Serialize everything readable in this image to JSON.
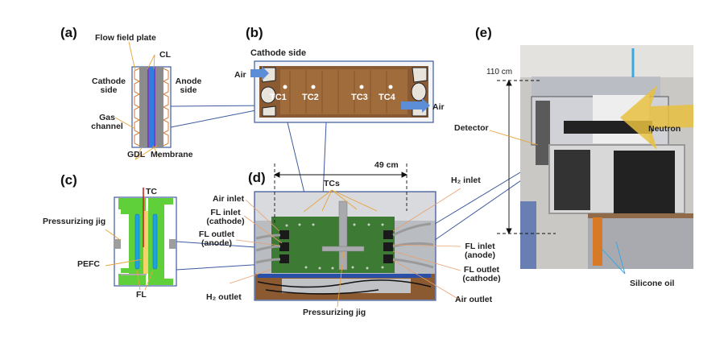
{
  "panels": {
    "a": {
      "label": "(a)",
      "flow_field_plate": "Flow field plate",
      "cl": "CL",
      "cathode_side": [
        "Cathode",
        "side"
      ],
      "anode_side": [
        "Anode",
        "side"
      ],
      "gas_channel": [
        "Gas",
        "channel"
      ],
      "gdl": "GDL",
      "membrane": "Membrane"
    },
    "b": {
      "label": "(b)",
      "title": "Cathode side",
      "air_in": "Air",
      "air_out": "Air",
      "thermocouples": [
        "TC1",
        "TC2",
        "TC3",
        "TC4"
      ]
    },
    "c": {
      "label": "(c)",
      "tc": "TC",
      "pressurizing_jig": "Pressurizing jig",
      "pefc": "PEFC",
      "fl": "FL"
    },
    "d": {
      "label": "(d)",
      "width_dim": "49 cm",
      "tcs": "TCs",
      "air_inlet": "Air inlet",
      "fl_inlet_cathode": [
        "FL inlet",
        "(cathode)"
      ],
      "fl_outlet_anode": [
        "FL outlet",
        "(anode)"
      ],
      "h2_outlet": "H₂ outlet",
      "h2_inlet": "H₂ inlet",
      "fl_inlet_anode": [
        "FL inlet",
        "(anode)"
      ],
      "fl_outlet_cathode": [
        "FL outlet",
        "(cathode)"
      ],
      "air_outlet": "Air outlet",
      "pressurizing_jig": "Pressurizing jig"
    },
    "e": {
      "label": "(e)",
      "height_dim": "110 cm",
      "detector": "Detector",
      "neutron": "Neutron",
      "silicone_oil": "Silicone oil"
    }
  },
  "colors": {
    "outline_blue": "#3d5a9e",
    "leader_orange": "#e8a33a",
    "membrane_blue": "#2f7fe0",
    "cl_purple": "#7b3fbf",
    "gdl_gray": "#8c8c8c",
    "jig_green": "#5fcf3a",
    "pefc_yellow": "#f5d36b",
    "fl_cyan": "#1fa3d8",
    "tc_red": "#d62020",
    "plate_brown": "#8a5a32",
    "neutron_gold": "#e8c040"
  }
}
